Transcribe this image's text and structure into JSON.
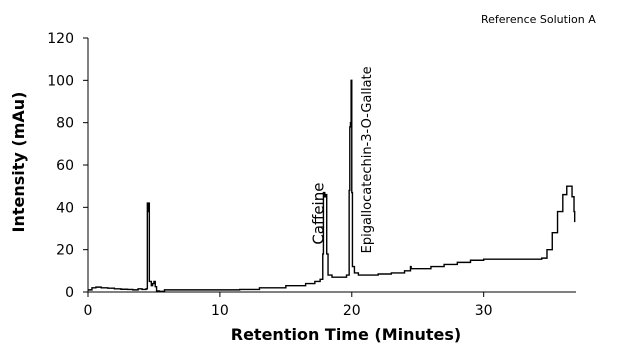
{
  "chart_data": {
    "type": "line",
    "title": "",
    "note": "Reference Solution A",
    "xlabel": "Retention Time (Minutes)",
    "ylabel": "Intensity (mAu)",
    "xlim": [
      0,
      37
    ],
    "ylim": [
      0,
      120
    ],
    "xticks": [
      0,
      10,
      20,
      30
    ],
    "yticks": [
      0,
      20,
      40,
      60,
      80,
      100,
      120
    ],
    "grid": false,
    "legend": "none",
    "line_color": "#000000",
    "peak_labels": [
      {
        "text": "Caffeine",
        "x": 18.0,
        "y": 47
      },
      {
        "text": "Epigallocatechin-3-O-Gallate",
        "x": 20.0,
        "y": 100
      }
    ],
    "series": [
      {
        "values": [
          [
            0.0,
            1.0
          ],
          [
            0.3,
            2.0
          ],
          [
            0.6,
            2.3
          ],
          [
            1.0,
            2.0
          ],
          [
            1.5,
            1.8
          ],
          [
            2.0,
            1.5
          ],
          [
            2.5,
            1.3
          ],
          [
            3.0,
            1.2
          ],
          [
            3.4,
            1.0
          ],
          [
            3.8,
            1.5
          ],
          [
            4.1,
            1.2
          ],
          [
            4.4,
            1.5
          ],
          [
            4.5,
            42.0
          ],
          [
            4.55,
            38.0
          ],
          [
            4.6,
            42.0
          ],
          [
            4.65,
            5.0
          ],
          [
            4.8,
            3.0
          ],
          [
            4.9,
            4.0
          ],
          [
            5.0,
            5.0
          ],
          [
            5.1,
            2.5
          ],
          [
            5.2,
            0.5
          ],
          [
            5.4,
            0.3
          ],
          [
            5.8,
            1.0
          ],
          [
            6.5,
            1.0
          ],
          [
            8.0,
            1.0
          ],
          [
            10.0,
            1.0
          ],
          [
            11.5,
            1.2
          ],
          [
            13.0,
            2.0
          ],
          [
            15.0,
            3.0
          ],
          [
            16.5,
            4.0
          ],
          [
            17.2,
            5.0
          ],
          [
            17.6,
            6.0
          ],
          [
            17.8,
            18.0
          ],
          [
            17.85,
            47.0
          ],
          [
            17.95,
            45.0
          ],
          [
            18.05,
            46.0
          ],
          [
            18.1,
            18.0
          ],
          [
            18.2,
            8.0
          ],
          [
            18.5,
            7.0
          ],
          [
            19.0,
            7.0
          ],
          [
            19.6,
            8.0
          ],
          [
            19.8,
            48.0
          ],
          [
            19.85,
            78.0
          ],
          [
            19.9,
            80.0
          ],
          [
            19.95,
            100.0
          ],
          [
            20.0,
            47.0
          ],
          [
            20.05,
            12.0
          ],
          [
            20.2,
            9.0
          ],
          [
            20.5,
            8.0
          ],
          [
            21.0,
            8.0
          ],
          [
            22.0,
            8.5
          ],
          [
            23.0,
            9.0
          ],
          [
            24.0,
            10.0
          ],
          [
            24.4,
            10.0
          ],
          [
            24.45,
            12.0
          ],
          [
            24.5,
            11.0
          ],
          [
            25.0,
            11.0
          ],
          [
            26.0,
            12.0
          ],
          [
            27.0,
            13.0
          ],
          [
            28.0,
            14.0
          ],
          [
            29.0,
            15.0
          ],
          [
            30.0,
            15.5
          ],
          [
            31.0,
            15.5
          ],
          [
            32.0,
            15.5
          ],
          [
            33.0,
            15.5
          ],
          [
            34.0,
            15.5
          ],
          [
            34.4,
            16.0
          ],
          [
            34.8,
            20.0
          ],
          [
            35.2,
            28.0
          ],
          [
            35.6,
            38.0
          ],
          [
            36.0,
            46.0
          ],
          [
            36.3,
            50.0
          ],
          [
            36.5,
            50.0
          ],
          [
            36.7,
            45.0
          ],
          [
            36.85,
            38.0
          ],
          [
            36.9,
            33.0
          ]
        ]
      }
    ]
  }
}
